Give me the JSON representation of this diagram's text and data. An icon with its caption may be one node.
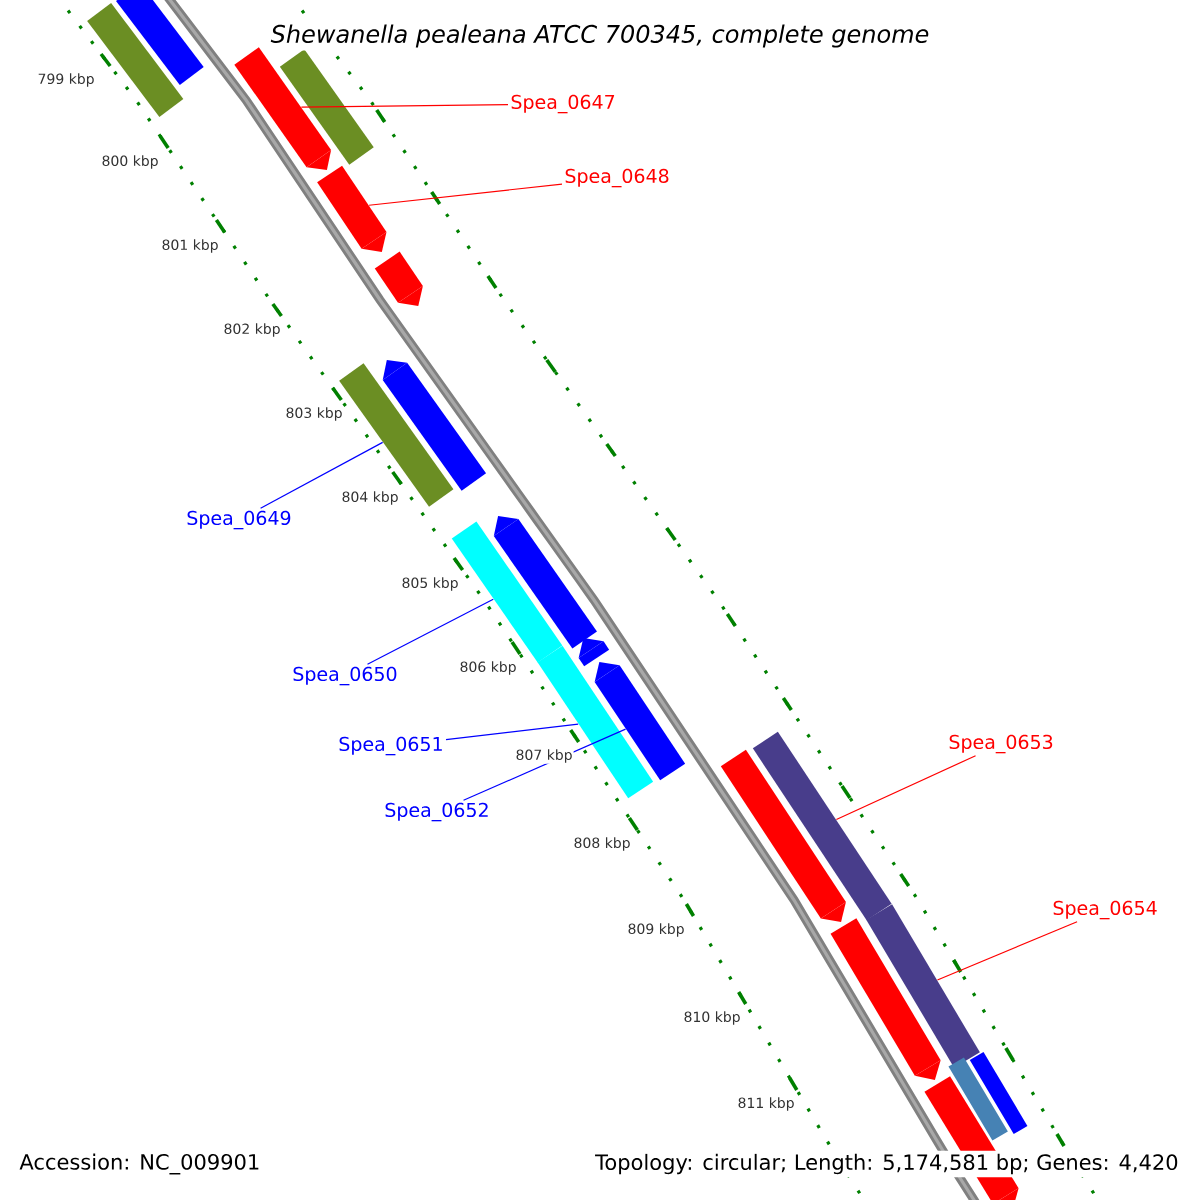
{
  "diagram": {
    "title": "Shewanella pealeana ATCC 700345, complete genome",
    "nodes": [
      {
        "text": [
          "Spea_0647"
        ]
      },
      {
        "text": [
          "Spea_0648"
        ]
      },
      {
        "text": [
          "Spea_0649"
        ]
      },
      {
        "text": [
          "Spea_0650"
        ]
      },
      {
        "text": [
          "Spea_0651"
        ]
      },
      {
        "text": [
          "Spea_0652"
        ]
      },
      {
        "text": [
          "Spea_0653"
        ]
      },
      {
        "text": [
          "Spea_0654"
        ]
      },
      {
        "text": [],
        "shape": "bar"
      },
      {
        "text": [],
        "shape": "bar"
      },
      {
        "text": [],
        "shape": "bar"
      },
      {
        "text": [],
        "shape": "bar"
      },
      {
        "text": [],
        "shape": "bar"
      },
      {
        "text": [],
        "shape": "bar"
      },
      {
        "text": [],
        "shape": "bar"
      },
      {
        "text": [],
        "shape": "bar"
      },
      {
        "text": [],
        "shape": "bar"
      },
      {
        "text": [],
        "shape": "bar"
      },
      {
        "text": [],
        "shape": "bar"
      },
      {
        "text": [],
        "shape": "bar"
      },
      {
        "text": [],
        "shape": "bar"
      },
      {
        "text": [],
        "shape": "bar"
      },
      {
        "text": [],
        "shape": "bar"
      },
      {
        "text": [],
        "shape": "bar"
      },
      {
        "text": [],
        "shape": "bar"
      },
      {
        "text": [],
        "shape": "bar"
      },
      {
        "text": [],
        "shape": "bar"
      },
      {
        "text": [],
        "shape": "bar"
      }
    ],
    "edges": [
      {
        "from": 0,
        "to": 10,
        "arrow": "none",
        "color": "#ff0000"
      },
      {
        "from": 1,
        "to": 12,
        "arrow": "none",
        "color": "#ff0000"
      },
      {
        "from": 2,
        "to": 14,
        "arrow": "none",
        "color": "#0000ff"
      },
      {
        "from": 3,
        "to": 16,
        "arrow": "none",
        "color": "#0000ff"
      },
      {
        "from": 4,
        "to": 17,
        "arrow": "none",
        "color": "#0000ff"
      },
      {
        "from": 5,
        "to": 20,
        "arrow": "none",
        "color": "#0000ff"
      },
      {
        "from": 6,
        "to": 22,
        "arrow": "none",
        "color": "#ff0000"
      },
      {
        "from": 7,
        "to": 24,
        "arrow": "none",
        "color": "#ff0000"
      }
    ],
    "labels": [
      "799 kbp",
      "800 kbp",
      "801 kbp",
      "802 kbp",
      "803 kbp",
      "804 kbp",
      "805 kbp",
      "806 kbp",
      "807 kbp",
      "808 kbp",
      "809 kbp",
      "810 kbp",
      "811 kbp",
      "Accession: NC_009901",
      "Topology: circular; Length: 5,174,581 bp; Genes: 4,420"
    ]
  }
}
